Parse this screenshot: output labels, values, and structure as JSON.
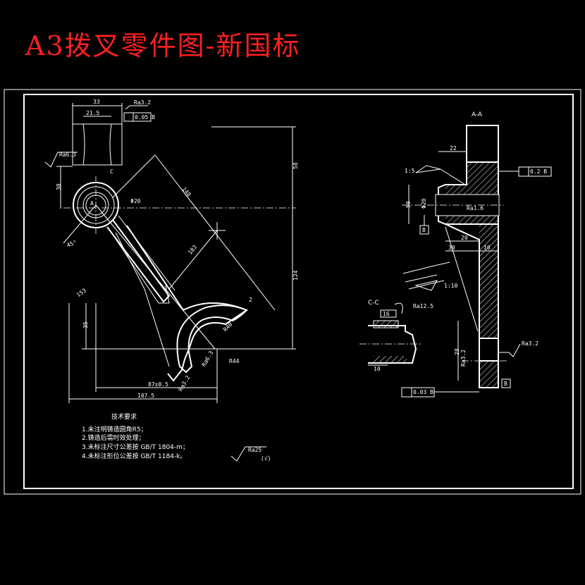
{
  "title": "A3拨叉零件图-新国标",
  "section_label": "A-A",
  "section_cc": "C-C",
  "datum_a": "A",
  "datum_b": "B",
  "datum_c": "C",
  "dims": {
    "d33": "33",
    "d21_5": "21.5",
    "d30": "30",
    "d58": "58",
    "d124": "124",
    "d148": "148",
    "d183": "183",
    "d153": "153",
    "d2": "2",
    "d35": "35",
    "d87": "87±0.5",
    "d107": "107.5",
    "d20": "Φ20",
    "r40": "R40",
    "ang45": "45°",
    "d22": "22",
    "d50": "50",
    "d20b": "20",
    "d10": "10",
    "d28": "28",
    "d30b": "30",
    "d16": "16",
    "d10b": "10",
    "r44": "R44"
  },
  "tolerances": {
    "flat": "0.05 B",
    "perp": "0.2 B",
    "para": "0.03 B"
  },
  "roughness": {
    "r1": "Ra3.2",
    "r2": "Ra6.3",
    "r3": "Ra1.6",
    "r4": "Ra12.5",
    "r5": "Ra3.2",
    "r6": "Ra6.3",
    "r7": "Ra3.2",
    "general": "Ra25",
    "general_paren": "(√)"
  },
  "notes": {
    "heading": "技术要求",
    "n1": "1.未注明铸造圆角R5；",
    "n2": "2.铸造后需时效处理；",
    "n3": "3.未标注尺寸公差按 GB/T 1804-m；",
    "n4": "4.未标注形位公差按 GB/T 1184-k。"
  },
  "ratio": "1:10",
  "ratio2": "1:5"
}
